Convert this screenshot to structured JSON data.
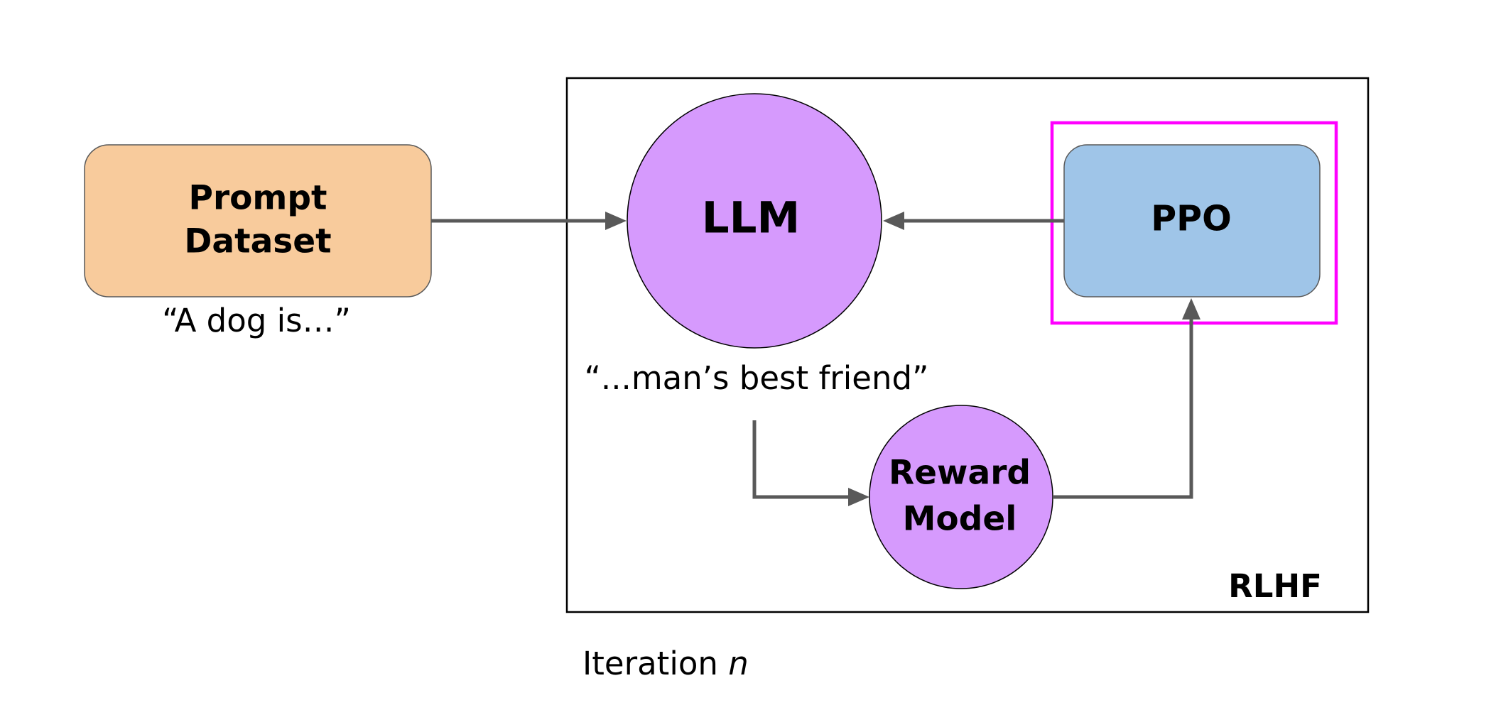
{
  "nodes": {
    "prompt_dataset": {
      "line1": "Prompt",
      "line2": "Dataset"
    },
    "llm": {
      "label": "LLM"
    },
    "ppo": {
      "label": "PPO"
    },
    "reward_model": {
      "line1": "Reward",
      "line2": "Model"
    }
  },
  "annotations": {
    "prompt_example": "“A dog is…”",
    "completion_example": "“...man’s best friend”",
    "rlhf_label": "RLHF",
    "iteration_prefix": "Iteration ",
    "iteration_variable": "n"
  },
  "colors": {
    "prompt_fill": "#f8cb9c",
    "circle_fill": "#d69afd",
    "ppo_fill": "#9fc5e8",
    "highlight": "#ff00ff",
    "arrow": "#595959"
  }
}
